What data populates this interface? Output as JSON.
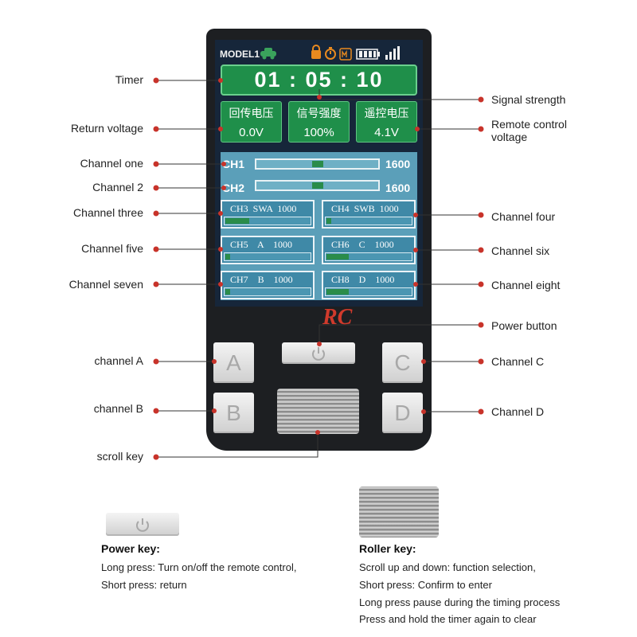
{
  "device": {
    "model": "MODEL1",
    "timer": "01 : 05 : 10",
    "voltages": [
      {
        "title": "回传电压",
        "value": "0.0V"
      },
      {
        "title": "信号强度",
        "value": "100%"
      },
      {
        "title": "遥控电压",
        "value": "4.1V"
      }
    ],
    "ch_rows": [
      {
        "name": "CH1",
        "value": "1600",
        "position": 0.5
      },
      {
        "name": "CH2",
        "value": "1600",
        "position": 0.5
      }
    ],
    "ch_boxes": [
      {
        "text": "CH3  SWA  1000",
        "fill": 0.28
      },
      {
        "text": "CH4  SWB  1000",
        "fill": 0.06
      },
      {
        "text": "CH5    A    1000",
        "fill": 0.06
      },
      {
        "text": "CH6    C    1000",
        "fill": 0.26
      },
      {
        "text": "CH7    B    1000",
        "fill": 0.06
      },
      {
        "text": "CH8    D    1000",
        "fill": 0.26
      }
    ],
    "brand": "RC",
    "keys": {
      "a": "A",
      "b": "B",
      "c": "C",
      "d": "D"
    }
  },
  "callouts": {
    "timer": "Timer",
    "return_voltage": "Return voltage",
    "channel_one": "Channel one",
    "channel_two": "Channel 2",
    "channel_three": "Channel three",
    "channel_five": "Channel five",
    "channel_seven": "Channel seven",
    "channel_a": "channel A",
    "channel_b": "channel B",
    "scroll_key": "scroll key",
    "signal_strength": "Signal strength",
    "remote_voltage_1": "Remote control",
    "remote_voltage_2": "voltage",
    "channel_four": "Channel four",
    "channel_six": "Channel six",
    "channel_eight": "Channel eight",
    "power_button": "Power button",
    "channel_c": "Channel C",
    "channel_d": "Channel D"
  },
  "power_key": {
    "title": "Power key:",
    "lines": [
      "Long press: Turn on/off the remote control,",
      "Short press: return"
    ]
  },
  "roller_key": {
    "title": "Roller key:",
    "lines": [
      "Scroll up and down: function selection,",
      "Short press: Confirm to enter",
      "Long press pause during the timing process",
      "Press and hold the timer again to clear"
    ]
  },
  "colors": {
    "accent_red": "#c8332a",
    "screen_green": "#1f8f4a",
    "panel_blue": "#5b9fb9"
  }
}
